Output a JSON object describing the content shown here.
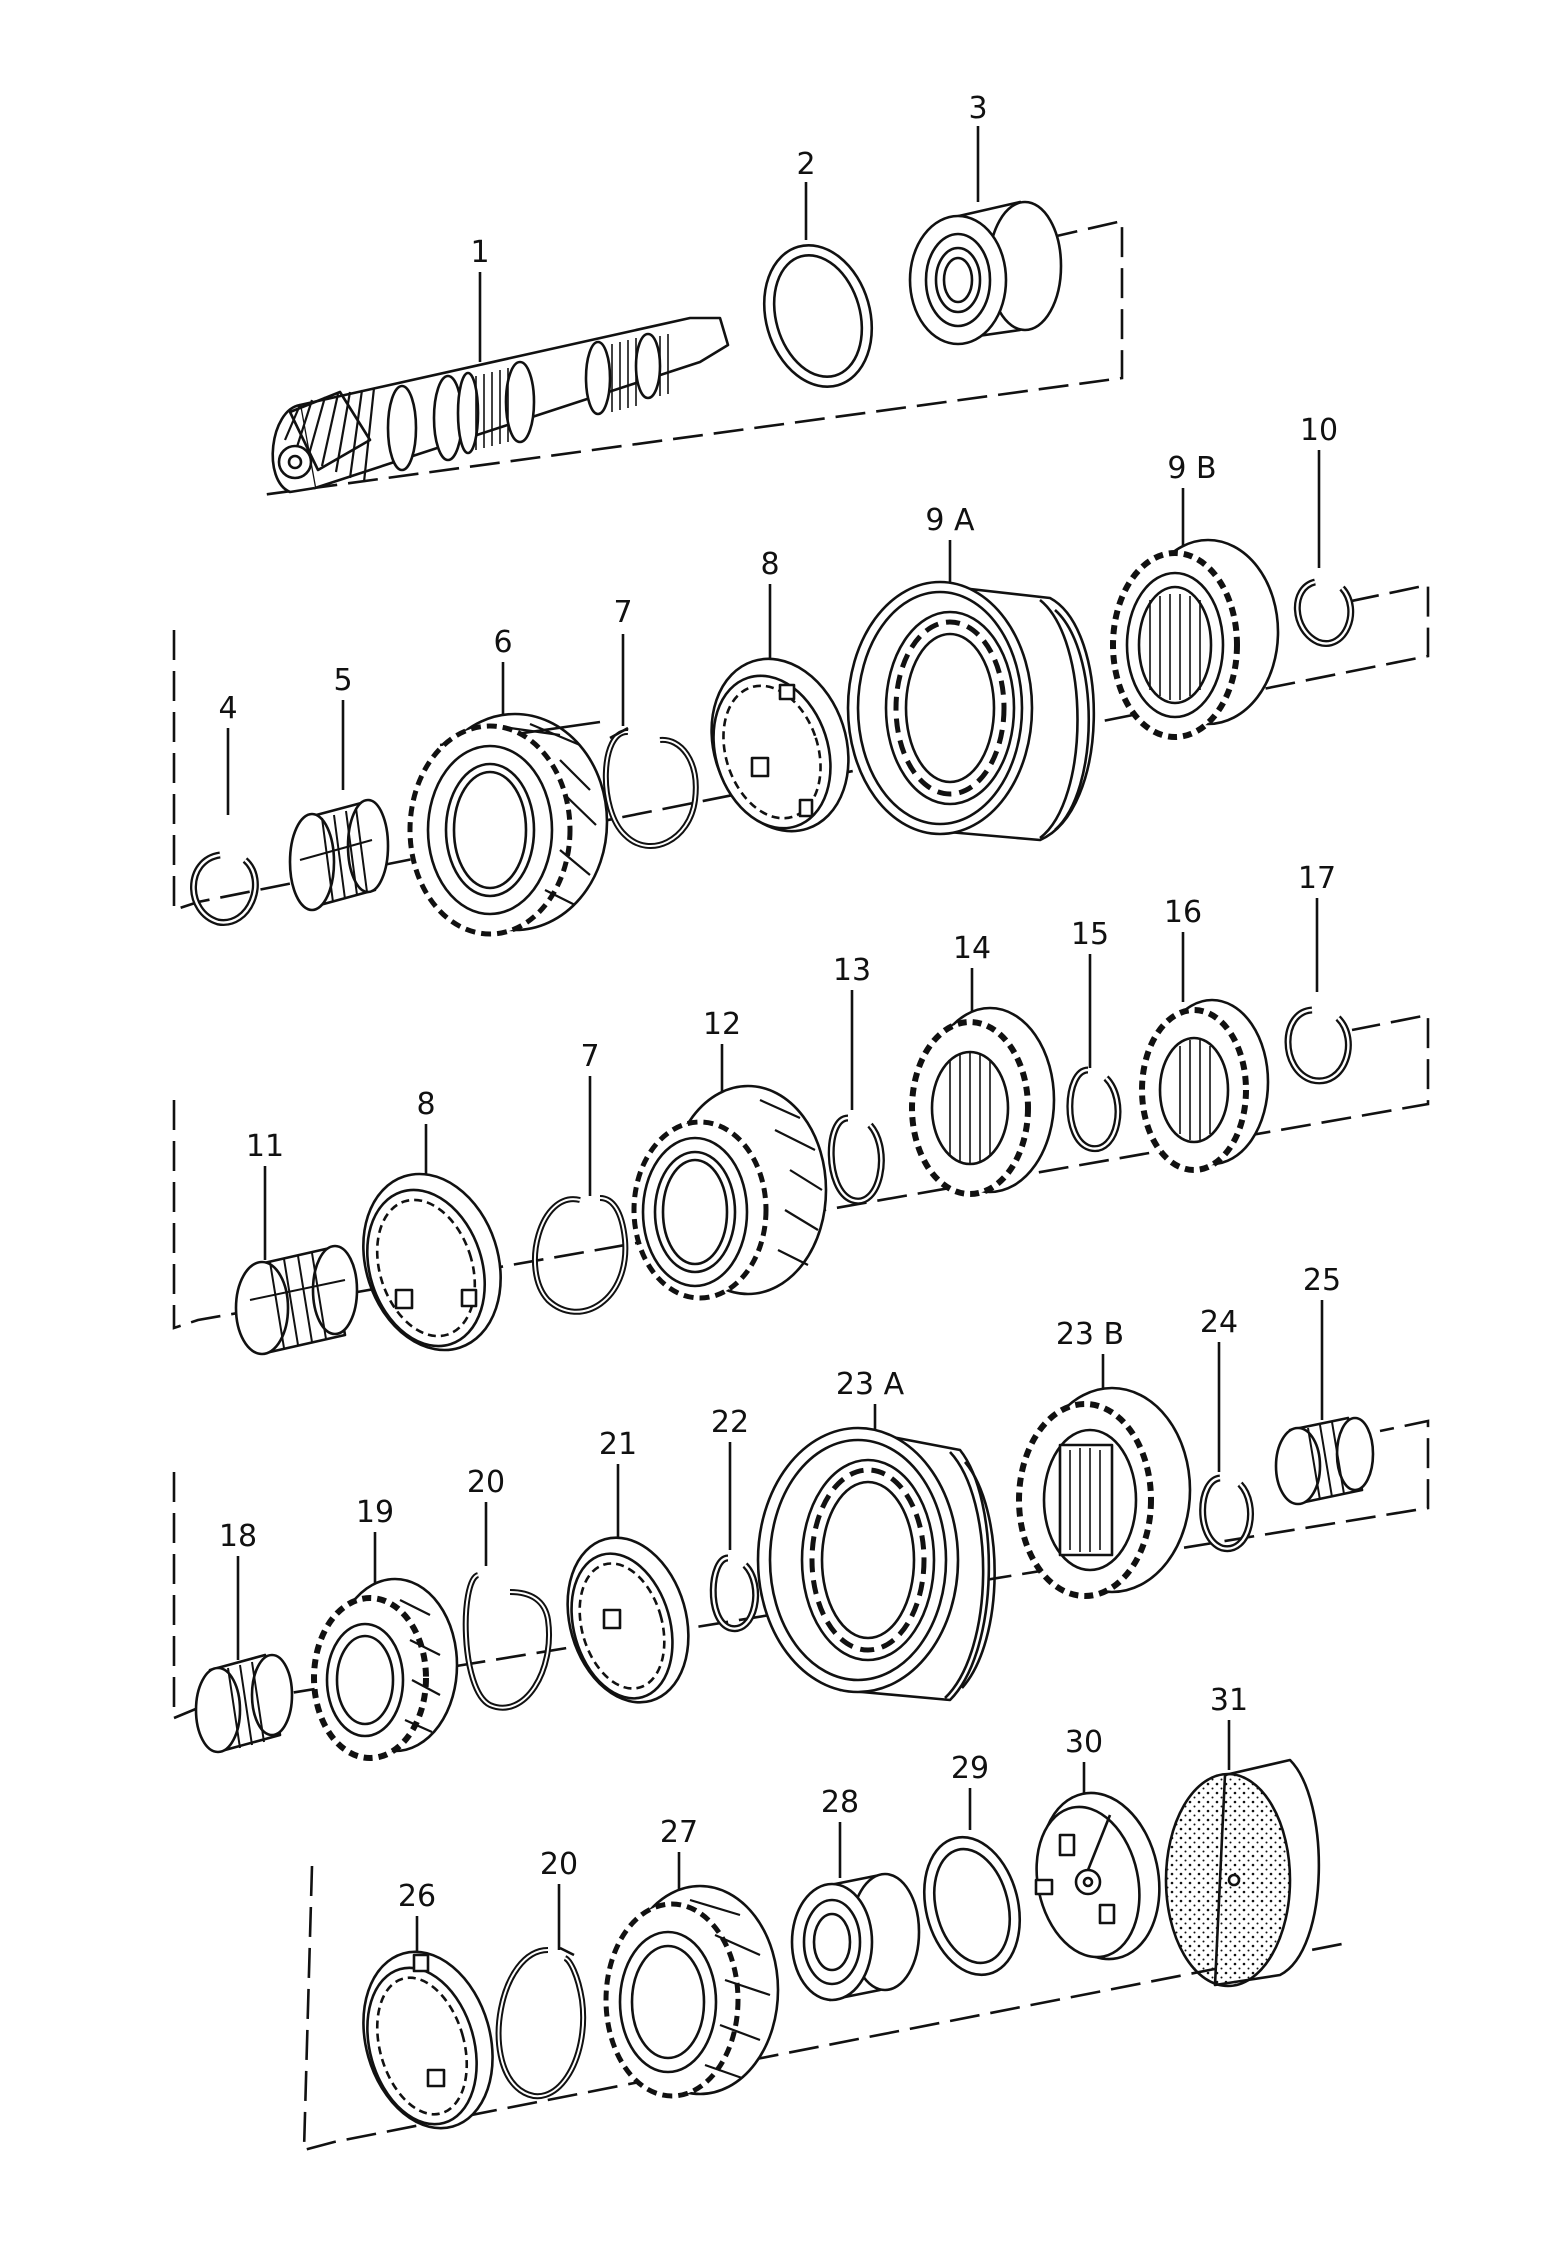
{
  "colors": {
    "line": "#111111",
    "paper": "#ffffff"
  },
  "callouts": {
    "c1": "1",
    "c2": "2",
    "c3": "3",
    "c4": "4",
    "c5": "5",
    "c6": "6",
    "c7a": "7",
    "c8a": "8",
    "c9a": "9 A",
    "c9b": "9 B",
    "c10": "10",
    "c11": "11",
    "c8b": "8",
    "c7b": "7",
    "c12": "12",
    "c13": "13",
    "c14": "14",
    "c15": "15",
    "c16": "16",
    "c17": "17",
    "c18": "18",
    "c19": "19",
    "c20a": "20",
    "c21": "21",
    "c22": "22",
    "c23a": "23 A",
    "c23b": "23 B",
    "c24": "24",
    "c25": "25",
    "c26": "26",
    "c20b": "20",
    "c27": "27",
    "c28": "28",
    "c29": "29",
    "c30": "30",
    "c31": "31"
  },
  "parts": [
    {
      "ref": "1",
      "icon": "pinion-shaft-icon"
    },
    {
      "ref": "2",
      "icon": "shim-ring-icon"
    },
    {
      "ref": "3",
      "icon": "ball-bearing-icon"
    },
    {
      "ref": "4",
      "icon": "circlip-icon"
    },
    {
      "ref": "5",
      "icon": "needle-bearing-icon"
    },
    {
      "ref": "6",
      "icon": "helical-gear-icon"
    },
    {
      "ref": "7",
      "icon": "snap-ring-icon"
    },
    {
      "ref": "8",
      "icon": "synchro-ring-icon"
    },
    {
      "ref": "9 A",
      "icon": "operating-sleeve-icon"
    },
    {
      "ref": "9 B",
      "icon": "synchro-hub-icon"
    },
    {
      "ref": "10",
      "icon": "circlip-icon"
    },
    {
      "ref": "11",
      "icon": "needle-bearing-icon"
    },
    {
      "ref": "12",
      "icon": "helical-gear-icon"
    },
    {
      "ref": "13",
      "icon": "circlip-icon"
    },
    {
      "ref": "14",
      "icon": "gear-wheel-icon"
    },
    {
      "ref": "15",
      "icon": "circlip-icon"
    },
    {
      "ref": "16",
      "icon": "gear-wheel-icon"
    },
    {
      "ref": "17",
      "icon": "circlip-icon"
    },
    {
      "ref": "18",
      "icon": "needle-bearing-icon"
    },
    {
      "ref": "19",
      "icon": "helical-gear-icon"
    },
    {
      "ref": "20",
      "icon": "snap-ring-icon"
    },
    {
      "ref": "21",
      "icon": "synchro-ring-icon"
    },
    {
      "ref": "22",
      "icon": "circlip-icon"
    },
    {
      "ref": "23 A",
      "icon": "operating-sleeve-icon"
    },
    {
      "ref": "23 B",
      "icon": "synchro-hub-icon"
    },
    {
      "ref": "24",
      "icon": "circlip-icon"
    },
    {
      "ref": "25",
      "icon": "needle-bearing-icon"
    },
    {
      "ref": "26",
      "icon": "synchro-ring-icon"
    },
    {
      "ref": "27",
      "icon": "helical-gear-icon"
    },
    {
      "ref": "28",
      "icon": "ball-bearing-icon"
    },
    {
      "ref": "29",
      "icon": "shim-ring-icon"
    },
    {
      "ref": "30",
      "icon": "thrust-washer-icon"
    },
    {
      "ref": "31",
      "icon": "cover-disc-icon"
    }
  ]
}
